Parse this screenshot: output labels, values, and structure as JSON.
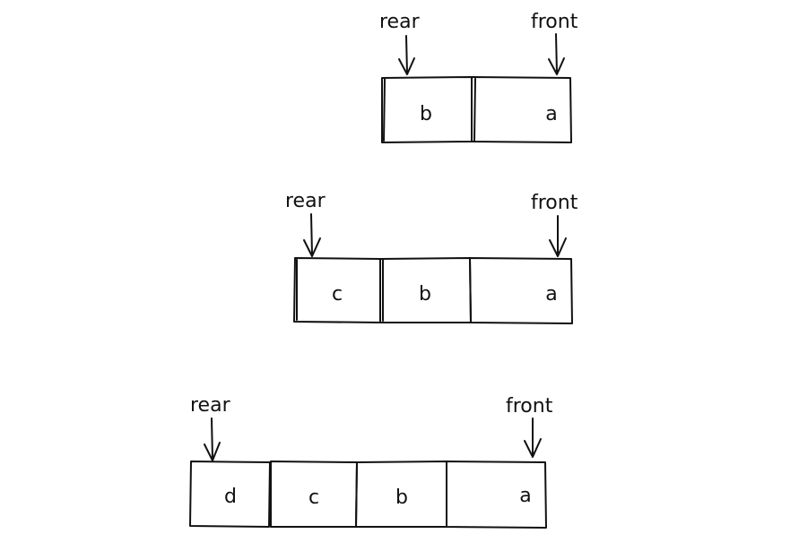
{
  "pointer_labels": {
    "rear": "rear",
    "front": "front"
  },
  "queues": [
    {
      "cells": [
        "b",
        "a"
      ]
    },
    {
      "cells": [
        "c",
        "b",
        "a"
      ]
    },
    {
      "cells": [
        "d",
        "c",
        "b",
        "a"
      ]
    }
  ],
  "colors": {
    "ink": "#111111",
    "background": "#ffffff"
  }
}
